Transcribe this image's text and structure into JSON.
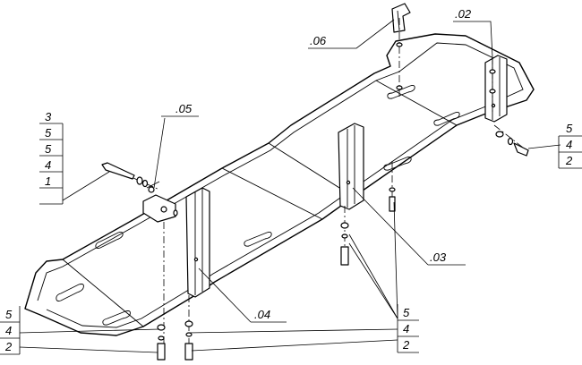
{
  "labels": {
    "p02": ".02",
    "p03": ".03",
    "p04": ".04",
    "p05": ".05",
    "p06": ".06"
  },
  "stacks": {
    "left_bolt": [
      "3",
      "5",
      "5",
      "4",
      "1"
    ],
    "right_side": [
      "5",
      "4",
      "2"
    ],
    "bottom_left": [
      "5",
      "4",
      "2"
    ],
    "bottom_center": [
      "5",
      "4",
      "2"
    ]
  }
}
